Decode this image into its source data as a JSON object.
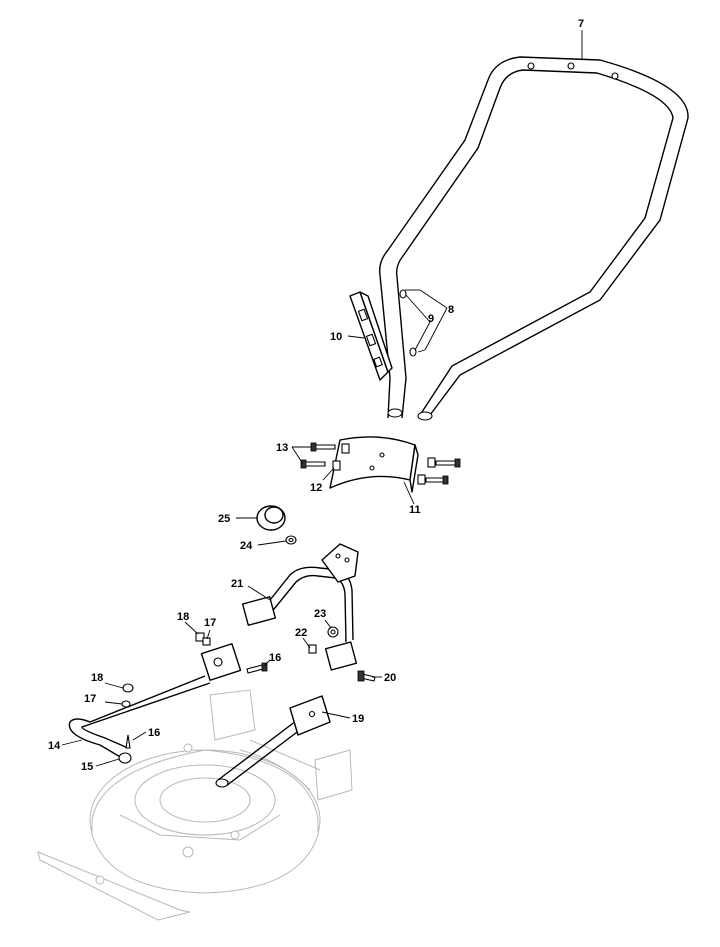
{
  "callouts": [
    {
      "id": "7",
      "label": "7"
    },
    {
      "id": "8",
      "label": "8"
    },
    {
      "id": "9",
      "label": "9"
    },
    {
      "id": "10",
      "label": "10"
    },
    {
      "id": "11",
      "label": "11"
    },
    {
      "id": "12",
      "label": "12"
    },
    {
      "id": "13",
      "label": "13"
    },
    {
      "id": "14",
      "label": "14"
    },
    {
      "id": "15",
      "label": "15"
    },
    {
      "id": "16a",
      "label": "16"
    },
    {
      "id": "16b",
      "label": "16"
    },
    {
      "id": "17a",
      "label": "17"
    },
    {
      "id": "17b",
      "label": "17"
    },
    {
      "id": "18a",
      "label": "18"
    },
    {
      "id": "18b",
      "label": "18"
    },
    {
      "id": "19",
      "label": "19"
    },
    {
      "id": "20",
      "label": "20"
    },
    {
      "id": "21",
      "label": "21"
    },
    {
      "id": "22",
      "label": "22"
    },
    {
      "id": "23",
      "label": "23"
    },
    {
      "id": "24",
      "label": "24"
    },
    {
      "id": "25",
      "label": "25"
    }
  ]
}
